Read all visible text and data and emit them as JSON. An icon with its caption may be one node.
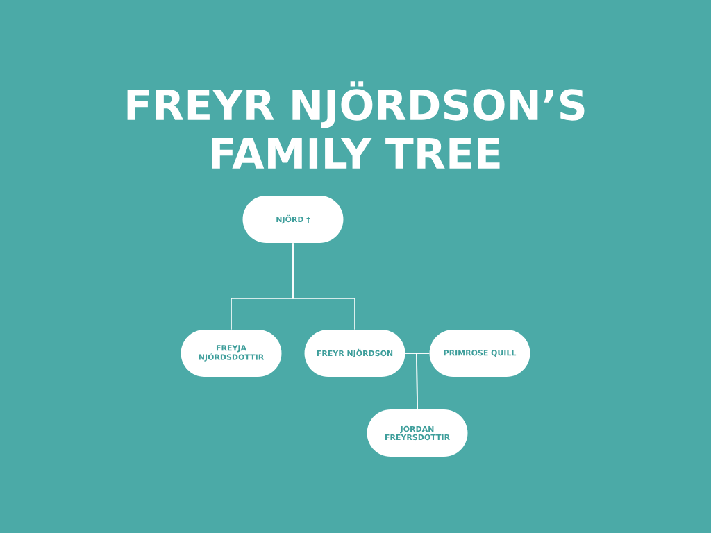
{
  "diagram": {
    "title": "FREYR NJÖRDSON’S FAMILY TREE",
    "nodes": [
      {
        "text": [
          "NJÖRD †"
        ]
      },
      {
        "text": [
          "FREYJA NJÖRDSDOTTIR"
        ]
      },
      {
        "text": [
          "FREYR NJÖRDSON"
        ]
      },
      {
        "text": [
          "PRIMROSE QUILL"
        ]
      },
      {
        "text": [
          "JORDAN FREYRSDOTTIR"
        ]
      }
    ],
    "edges": [
      {
        "from": 0,
        "to": 1,
        "arrow": "none"
      },
      {
        "from": 0,
        "to": 2,
        "arrow": "none"
      },
      {
        "from": 2,
        "to": 3,
        "arrow": "none"
      },
      {
        "from": 2,
        "to": 4,
        "arrow": "none"
      },
      {
        "from": 3,
        "to": 4,
        "arrow": "none"
      }
    ]
  }
}
